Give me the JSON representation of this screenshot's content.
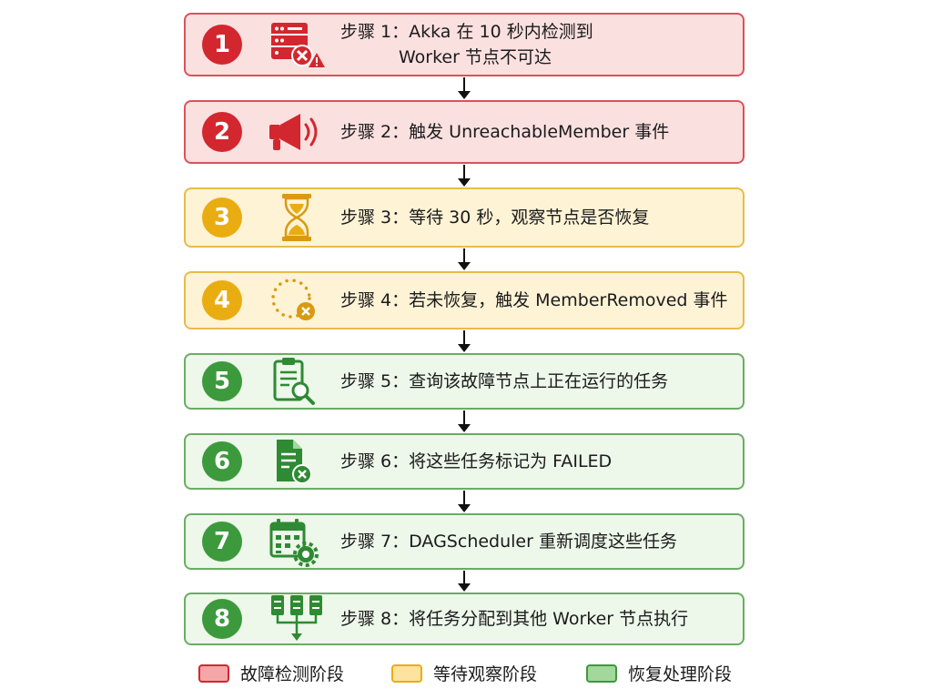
{
  "steps": [
    {
      "number": "1",
      "line1": "步骤 1：Akka 在 10 秒内检测到",
      "line2": "Worker 节点不可达",
      "icon": "server-error-icon",
      "phase": "red"
    },
    {
      "number": "2",
      "line1": "步骤 2：触发 UnreachableMember 事件",
      "icon": "megaphone-icon",
      "phase": "red"
    },
    {
      "number": "3",
      "line1": "步骤 3：等待 30 秒，观察节点是否恢复",
      "icon": "hourglass-icon",
      "phase": "yellow"
    },
    {
      "number": "4",
      "line1": "步骤 4：若未恢复，触发 MemberRemoved 事件",
      "icon": "dotted-circle-remove-icon",
      "phase": "yellow"
    },
    {
      "number": "5",
      "line1": "步骤 5：查询该故障节点上正在运行的任务",
      "icon": "clipboard-search-icon",
      "phase": "green"
    },
    {
      "number": "6",
      "line1": "步骤 6：将这些任务标记为 FAILED",
      "icon": "document-x-icon",
      "phase": "green"
    },
    {
      "number": "7",
      "line1": "步骤 7：DAGScheduler 重新调度这些任务",
      "icon": "calendar-gear-icon",
      "phase": "green"
    },
    {
      "number": "8",
      "line1": "步骤 8：将任务分配到其他 Worker 节点执行",
      "icon": "servers-distribute-icon",
      "phase": "green"
    }
  ],
  "legend": [
    {
      "label": "故障检测阶段",
      "color": "#f4a6a8"
    },
    {
      "label": "等待观察阶段",
      "color": "#fde3a0"
    },
    {
      "label": "恢复处理阶段",
      "color": "#a3d79c"
    }
  ],
  "colors": {
    "red": "#d3272f",
    "yellow": "#e9ad12",
    "green": "#3c9a3d"
  }
}
